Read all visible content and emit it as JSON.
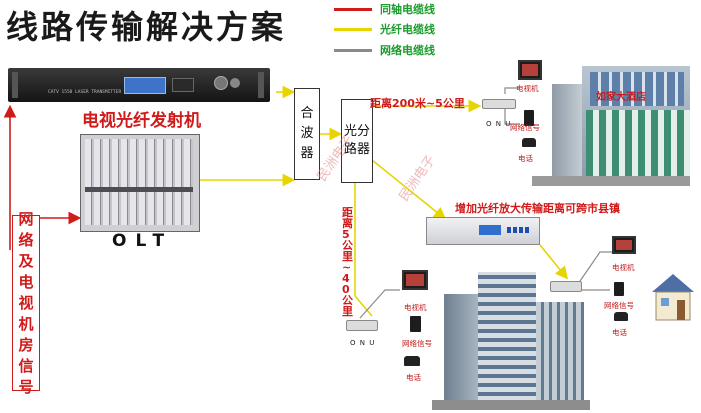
{
  "title": "线路传输解决方案",
  "legend": [
    {
      "label": "同轴电缆线",
      "color": "#d11a1a"
    },
    {
      "label": "光纤电缆线",
      "color": "#e8d400"
    },
    {
      "label": "网络电缆线",
      "color": "#8a8a8a"
    }
  ],
  "labels": {
    "transmitter": "电视光纤发射机",
    "olt": "OLT",
    "source": "网络及电视机房信号",
    "combiner": "合波器",
    "splitter": "光分路器",
    "distance_near": "距离200米~5公里",
    "distance_far": "距离5公里~40公里",
    "amplifier_note": "增加光纤放大传输距离可跨市县镇",
    "transmitter_panel": "CATV 1550 LASER TRANSMITTER",
    "hotel_sign": "如家大酒店"
  },
  "sites": {
    "hotel": {
      "onu": "O N U",
      "tv": "电视机",
      "network": "网络信号",
      "phone": "电话"
    },
    "house": {
      "onu": "",
      "tv": "电视机",
      "network": "网络信号",
      "phone": "电话"
    },
    "office": {
      "onu": "O N U",
      "tv": "电视机",
      "network": "网络信号",
      "phone": "电话"
    }
  },
  "watermark": "民洲电子"
}
